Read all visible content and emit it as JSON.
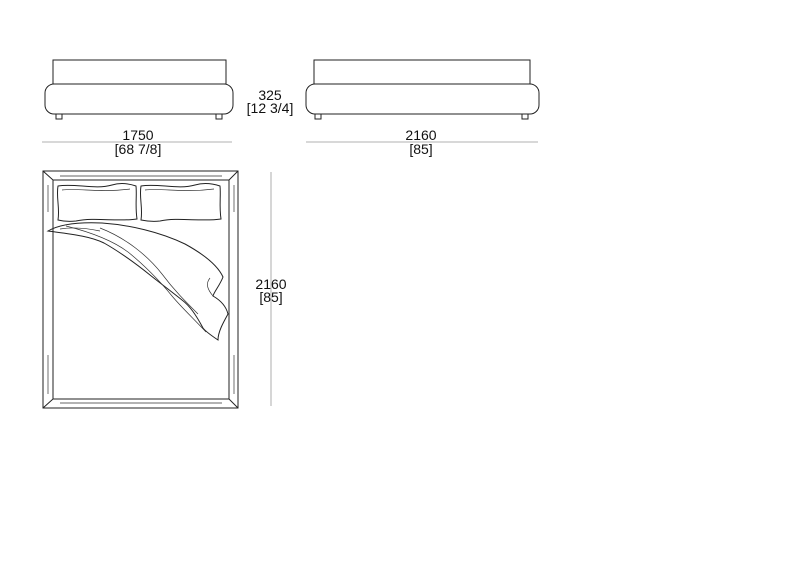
{
  "dimensions": {
    "height_mm": "325",
    "height_in": "[12 3/4]",
    "front_width_mm": "1750",
    "front_width_in": "[68 7/8]",
    "side_length_mm": "2160",
    "side_length_in": "[85]",
    "top_length_mm": "2160",
    "top_length_in": "[85]"
  }
}
